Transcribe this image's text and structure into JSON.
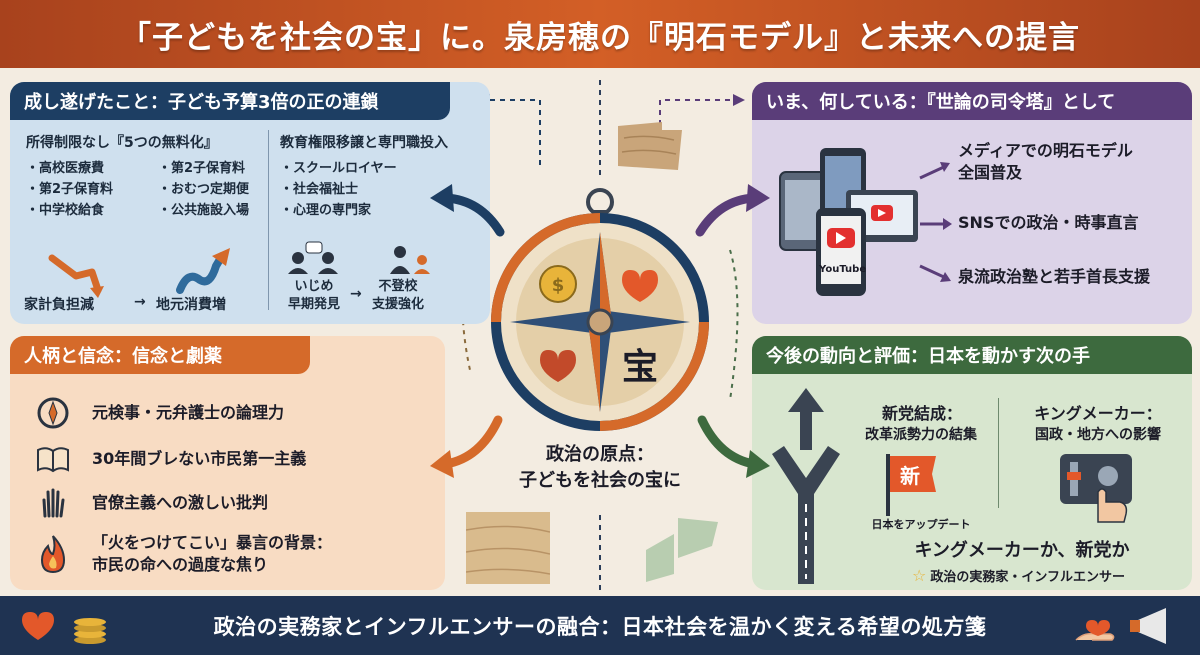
{
  "title": "「子どもを社会の宝」に。泉房穂の『明石モデル』と未来への提言",
  "top_left": {
    "heading": "成し遂げたこと：子ども予算3倍の正の連鎖",
    "col1_heading": "所得制限なし『5つの無料化』",
    "col1_items": [
      "・高校医療費",
      "・第2子保育料",
      "・第2子保育料",
      "・おむつ定期便",
      "・中学校給食",
      "・公共施設入場"
    ],
    "col1_flow_a": "家計負担減",
    "col1_flow_arrow": "→",
    "col1_flow_b": "地元消費増",
    "col2_heading": "教育権限移譲と専門職投入",
    "col2_items": [
      "・スクールロイヤー",
      "・社会福祉士",
      "・心理の専門家"
    ],
    "col2_flow_a": "いじめ\n早期発見",
    "col2_flow_arrow": "→",
    "col2_flow_b": "不登校\n支援強化"
  },
  "top_right": {
    "heading": "いま、何している：『世論の司令塔』として",
    "items": [
      "メディアでの明石モデル\n全国普及",
      "SNSでの政治・時事直言",
      "泉流政治塾と若手首長支援"
    ],
    "youtube_label": "YouTube"
  },
  "bottom_left": {
    "heading": "人柄と信念：信念と劇薬",
    "items": [
      "元検事・元弁護士の論理力",
      "30年間ブレない市民第一主義",
      "官僚主義への激しい批判",
      "「火をつけてこい」暴言の背景：\n市民の命への過度な焦り"
    ]
  },
  "bottom_right": {
    "heading": "今後の動向と評価：日本を動かす次の手",
    "option1_title": "新党結成：",
    "option1_sub": "改革派勢力の結集",
    "flag_char": "新",
    "flag_caption": "日本をアップデート",
    "option2_title": "キングメーカー：",
    "option2_sub": "国政・地方への影響",
    "question": "キングメーカーか、新党か",
    "tagline": "政治の実務家・インフルエンサー"
  },
  "center": {
    "compass_char": "宝",
    "caption": "政治の原点：\n子どもを社会の宝に"
  },
  "footer": "政治の実務家とインフルエンサーの融合：日本社会を温かく変える希望の処方箋",
  "colors": {
    "banner": "#c2511f",
    "navy": "#1d3e63",
    "purple": "#5a3d79",
    "orange": "#d56a2a",
    "green": "#3d6a3e"
  }
}
